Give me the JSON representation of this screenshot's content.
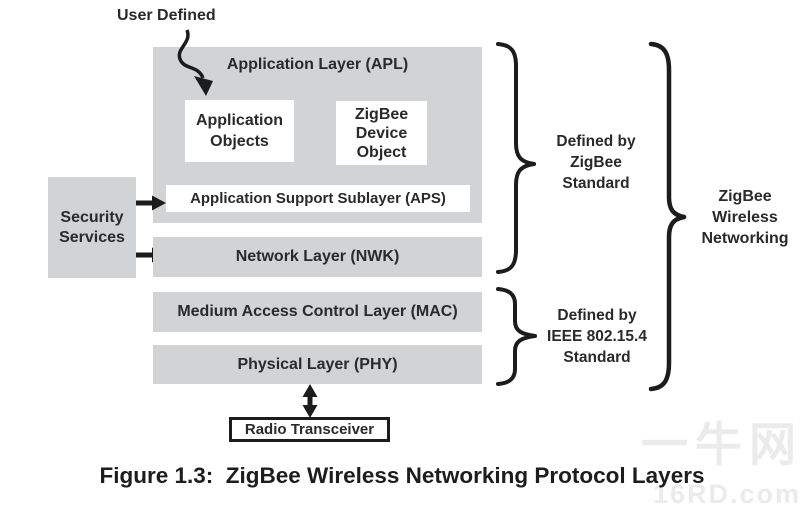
{
  "labels": {
    "user_defined": "User Defined"
  },
  "stack": {
    "apl_title": "Application Layer (APL)",
    "application_objects": "Application\nObjects",
    "zigbee_device_object": "ZigBee\nDevice\nObject",
    "aps": "Application Support Sublayer (APS)",
    "nwk": "Network Layer (NWK)",
    "mac": "Medium Access Control Layer (MAC)",
    "phy": "Physical Layer (PHY)",
    "security": "Security\nServices",
    "radio": "Radio Transceiver"
  },
  "brace_labels": {
    "zigbee_standard": "Defined by\nZigBee\nStandard",
    "ieee_standard": "Defined by\nIEEE 802.15.4\nStandard",
    "zigbee_networking": "ZigBee\nWireless\nNetworking"
  },
  "caption": "Figure 1.3:  ZigBee Wireless Networking Protocol Layers",
  "watermark": {
    "cjk": "一牛网",
    "domain": "16RD.com"
  },
  "colors": {
    "box_gray": "#d2d3d4",
    "ink": "#2a2a2a",
    "connector": "#1c1c1c",
    "watermark": "#ebebeb"
  }
}
